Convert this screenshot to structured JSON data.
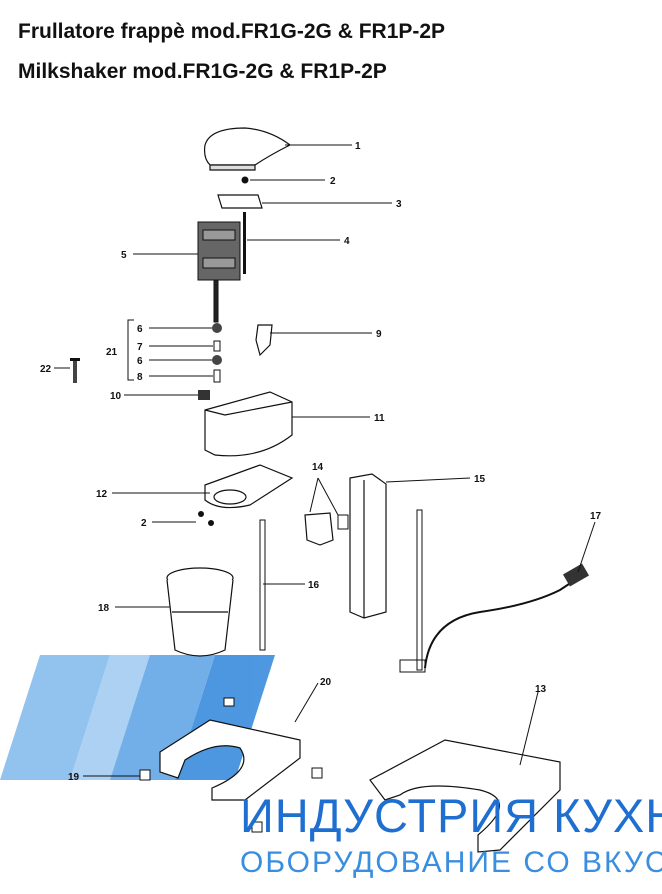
{
  "header": {
    "title_it": "Frullatore frappè mod.FR1G-2G & FR1P-2P",
    "title_en": "Milkshaker mod.FR1G-2G & FR1P-2P"
  },
  "parts": [
    "1",
    "2",
    "3",
    "4",
    "5",
    "6",
    "7",
    "21",
    "6",
    "8",
    "22",
    "9",
    "10",
    "11",
    "12",
    "14",
    "15",
    "2",
    "17",
    "16",
    "18",
    "20",
    "13",
    "19"
  ],
  "watermark": {
    "line1": "ИНДУСТРИЯ КУХН",
    "line2": "ОБОРУДОВАНИЕ СО ВКУС",
    "color": "#1f6fd1"
  }
}
